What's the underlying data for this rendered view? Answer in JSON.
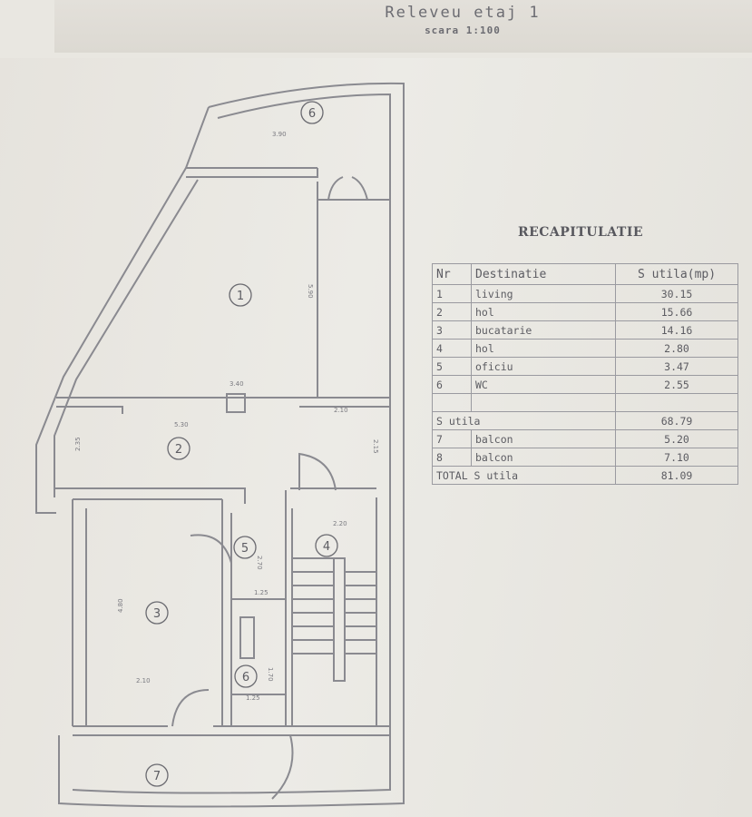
{
  "plan": {
    "title": "Releveu etaj 1",
    "scale": "scara 1:100",
    "room_labels": [
      "1",
      "2",
      "3",
      "4",
      "5",
      "6",
      "6",
      "7"
    ],
    "dimension_labels": [
      "3.90",
      "5.90",
      "3.40",
      "5.30",
      "2.10",
      "2.15",
      "2.35",
      "2.20",
      "2.70",
      "1.25",
      "4.80",
      "2.10",
      "1.70",
      "1.25"
    ]
  },
  "recap": {
    "title": "RECAPITULATIE",
    "headers": {
      "nr": "Nr",
      "destination": "Destinatie",
      "area": "S utila(mp)"
    },
    "rooms": [
      {
        "nr": "1",
        "destination": "living",
        "area": "30.15"
      },
      {
        "nr": "2",
        "destination": "hol",
        "area": "15.66"
      },
      {
        "nr": "3",
        "destination": "bucatarie",
        "area": "14.16"
      },
      {
        "nr": "4",
        "destination": "hol",
        "area": "2.80"
      },
      {
        "nr": "5",
        "destination": "oficiu",
        "area": "3.47"
      },
      {
        "nr": "6",
        "destination": "WC",
        "area": "2.55"
      }
    ],
    "total_useful": {
      "label": "S utila",
      "area": "68.79"
    },
    "balconies": [
      {
        "nr": "7",
        "destination": "balcon",
        "area": "5.20"
      },
      {
        "nr": "8",
        "destination": "balcon",
        "area": "7.10"
      }
    ],
    "grand_total": {
      "label": "TOTAL S utila",
      "area": "81.09"
    }
  }
}
